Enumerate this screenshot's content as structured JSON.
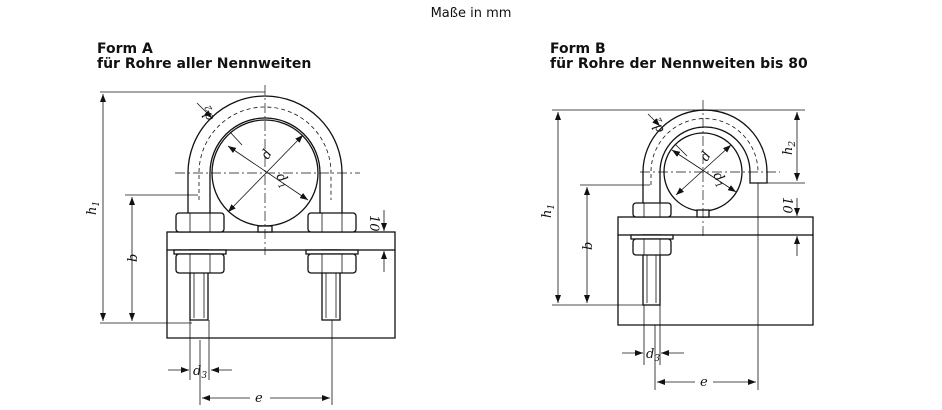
{
  "header": {
    "units_note": "Maße in mm"
  },
  "form_a": {
    "title": "Form A",
    "subtitle": "für Rohre aller Nennweiten",
    "labels": {
      "h1": "h",
      "h1_sub": "1",
      "b": "b",
      "d": "d",
      "d1": "d",
      "d1_sub": "1",
      "d2": "d",
      "d2_sub": "2",
      "d3": "d",
      "d3_sub": "3",
      "e": "e",
      "ten": "10"
    }
  },
  "form_b": {
    "title": "Form B",
    "subtitle": "für Rohre der Nennweiten bis 80",
    "labels": {
      "h1": "h",
      "h1_sub": "1",
      "h2": "h",
      "h2_sub": "2",
      "b": "b",
      "d": "d",
      "d1": "d",
      "d1_sub": "1",
      "d2": "d",
      "d2_sub": "2",
      "d3": "d",
      "d3_sub": "3",
      "e": "e",
      "ten": "10"
    }
  }
}
